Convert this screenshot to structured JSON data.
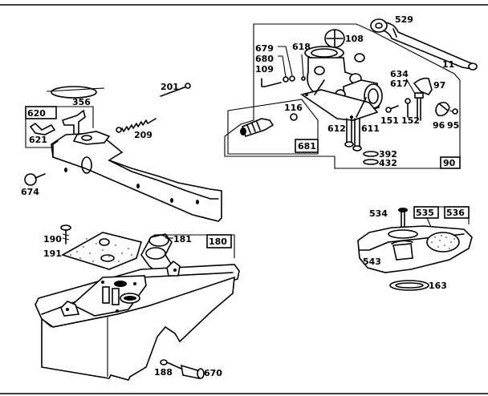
{
  "diagram": {
    "type": "exploded-parts-diagram",
    "subject": "Carburetor, air cleaner and fuel tank assembly",
    "groups": [
      {
        "name": "carburetor-assembly",
        "box_label": "90"
      },
      {
        "name": "carburetor-overhaul-kit",
        "box_label": "681"
      },
      {
        "name": "air-cleaner-assembly",
        "box_label": "620"
      },
      {
        "name": "fuel-tank-assembly",
        "box_label": "180"
      },
      {
        "name": "air-cleaner-cartridge",
        "box_labels": [
          "535",
          "536"
        ]
      }
    ],
    "labels": {
      "p529": "529",
      "p11": "11",
      "p108": "108",
      "p679": "679",
      "p680": "680",
      "p109": "109",
      "p618": "618",
      "p634": "634",
      "p617": "617",
      "p97": "97",
      "p116": "116",
      "p151": "151",
      "p152": "152",
      "p96": "96",
      "p95": "95",
      "p612": "612",
      "p611": "611",
      "p681": "681",
      "p392": "392",
      "p432": "432",
      "p90": "90",
      "p201": "201",
      "p356": "356",
      "p620": "620",
      "p621": "621",
      "p209": "209",
      "p674": "674",
      "p190": "190",
      "p191": "191",
      "p181": "181",
      "p180": "180",
      "p188": "188",
      "p670": "670",
      "p534": "534",
      "p535": "535",
      "p536": "536",
      "p543": "543",
      "p163": "163"
    }
  }
}
